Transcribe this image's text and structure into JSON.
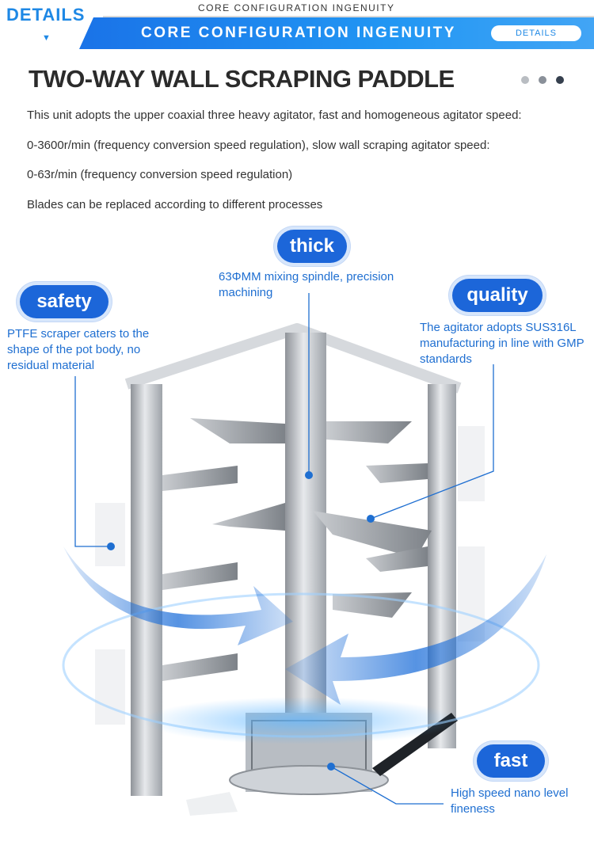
{
  "header": {
    "details_label": "DETAILS",
    "small_title": "CORE CONFIGURATION INGENUITY",
    "banner_title": "CORE CONFIGURATION INGENUITY",
    "button_label": "DETAILS"
  },
  "title": "TWO-WAY WALL SCRAPING PADDLE",
  "paragraphs": [
    "This unit adopts the upper coaxial three heavy agitator, fast and homogeneous agitator speed:",
    "0-3600r/min (frequency conversion speed regulation), slow wall scraping agitator speed:",
    "0-63r/min (frequency conversion speed regulation)",
    "Blades can be replaced according to different processes"
  ],
  "callouts": {
    "thick": {
      "label": "thick",
      "caption": "63ΦMM mixing spindle, precision machining"
    },
    "safety": {
      "label": "safety",
      "caption": "PTFE scraper caters to the shape of the pot body, no residual material"
    },
    "quality": {
      "label": "quality",
      "caption": "The agitator adopts SUS316L manufacturing in line with GMP standards"
    },
    "fast": {
      "label": "fast",
      "caption": "High speed nano level fineness"
    }
  },
  "colors": {
    "accent": "#1c66d9",
    "caption": "#1f6fd1",
    "banner": "#2196f3"
  }
}
